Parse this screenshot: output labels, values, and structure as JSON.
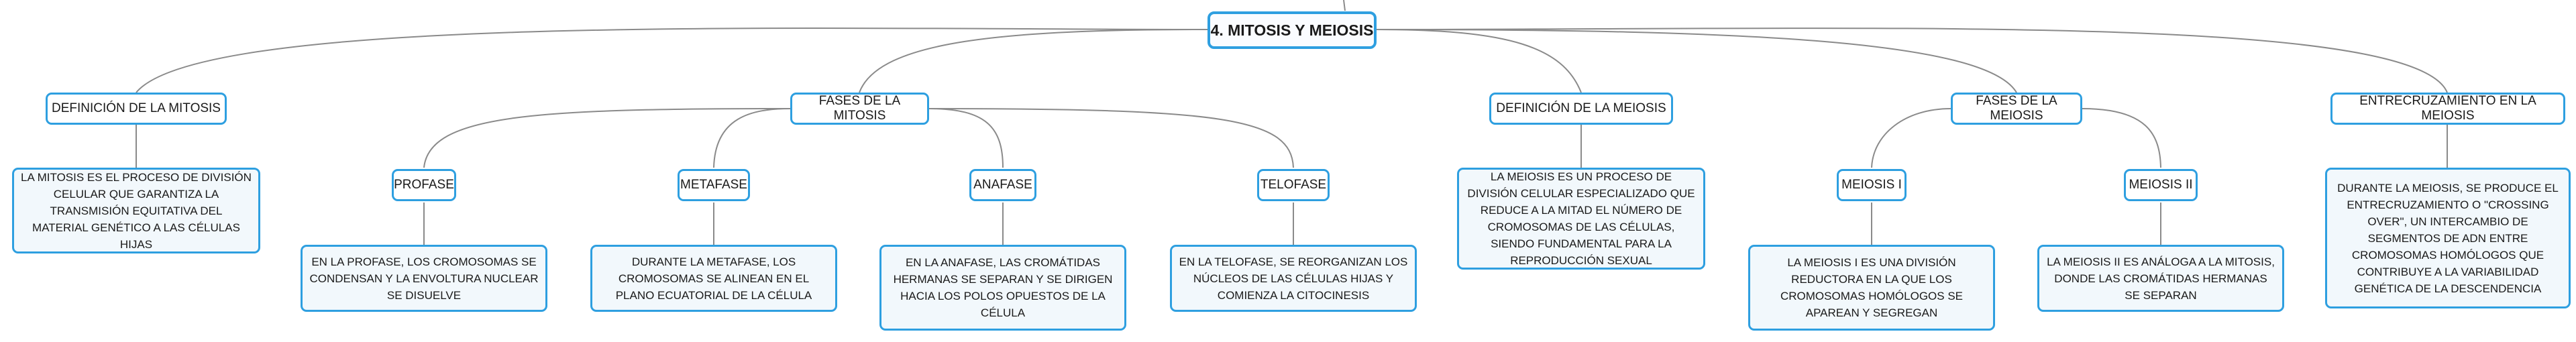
{
  "diagram": {
    "root": "4. MITOSIS Y MEIOSIS",
    "branches": {
      "def_mitosis": {
        "label": "DEFINICIÓN DE LA MITOSIS",
        "desc": "LA MITOSIS ES EL PROCESO DE DIVISIÓN CELULAR QUE GARANTIZA LA TRANSMISIÓN EQUITATIVA DEL MATERIAL GENÉTICO A LAS CÉLULAS HIJAS"
      },
      "fases_mitosis": {
        "label": "FASES DE LA MITOSIS",
        "profase": {
          "label": "PROFASE",
          "desc": "EN LA PROFASE, LOS CROMOSOMAS SE CONDENSAN Y LA ENVOLTURA NUCLEAR SE DISUELVE"
        },
        "metafase": {
          "label": "METAFASE",
          "desc": "DURANTE LA METAFASE, LOS CROMOSOMAS SE ALINEAN EN EL PLANO ECUATORIAL DE LA CÉLULA"
        },
        "anafase": {
          "label": "ANAFASE",
          "desc": "EN LA ANAFASE, LAS CROMÁTIDAS HERMANAS SE SEPARAN Y SE DIRIGEN HACIA LOS POLOS OPUESTOS DE LA CÉLULA"
        },
        "telofase": {
          "label": "TELOFASE",
          "desc": "EN LA TELOFASE, SE REORGANIZAN LOS NÚCLEOS DE LAS CÉLULAS HIJAS Y COMIENZA LA CITOCINESIS"
        }
      },
      "def_meiosis": {
        "label": "DEFINICIÓN DE LA MEIOSIS",
        "desc": "LA MEIOSIS ES UN PROCESO DE DIVISIÓN CELULAR ESPECIALIZADO QUE REDUCE A LA MITAD EL NÚMERO DE CROMOSOMAS DE LAS CÉLULAS, SIENDO FUNDAMENTAL PARA LA REPRODUCCIÓN SEXUAL"
      },
      "fases_meiosis": {
        "label": "FASES DE LA MEIOSIS",
        "meiosis1": {
          "label": "MEIOSIS I",
          "desc": "LA MEIOSIS I ES UNA DIVISIÓN REDUCTORA EN LA QUE LOS CROMOSOMAS HOMÓLOGOS SE APAREAN Y SEGREGAN"
        },
        "meiosis2": {
          "label": "MEIOSIS II",
          "desc": "LA MEIOSIS II ES ANÁLOGA A LA MITOSIS, DONDE LAS CROMÁTIDAS HERMANAS SE SEPARAN"
        }
      },
      "entrecruzamiento": {
        "label": "ENTRECRUZAMIENTO EN LA MEIOSIS",
        "desc": "DURANTE LA MEIOSIS, SE PRODUCE EL ENTRECRUZAMIENTO O \"CROSSING OVER\", UN INTERCAMBIO DE SEGMENTOS DE ADN ENTRE CROMOSOMAS HOMÓLOGOS QUE CONTRIBUYE A LA VARIABILIDAD GENÉTICA DE LA DESCENDENCIA"
      }
    },
    "colors": {
      "node_border": "#2e9fe0",
      "connector": "#8a8a8a",
      "desc_fill": "#f2f8fc"
    }
  }
}
